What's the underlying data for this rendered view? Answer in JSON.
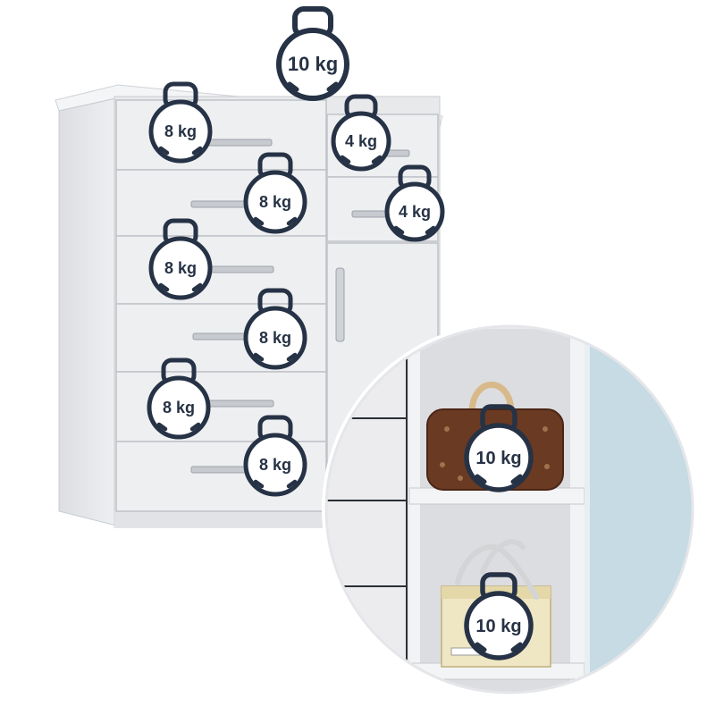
{
  "colors": {
    "cabinet_white": "#e9eaec",
    "cabinet_shadow": "#c9ccd1",
    "badge_outline": "#263245",
    "zoom_wall_blue": "#c6dbe4",
    "bag_brown": "#6b3a22"
  },
  "weights": {
    "top_cabinet": "10 kg",
    "drawer_left_1": "8 kg",
    "drawer_right_small_1": "4 kg",
    "drawer_left_2": "8 kg",
    "drawer_right_small_2": "4 kg",
    "drawer_left_3": "8 kg",
    "drawer_left_4": "8 kg",
    "drawer_left_5": "8 kg",
    "drawer_left_6": "8 kg",
    "shelf_upper": "10 kg",
    "shelf_lower": "10 kg"
  }
}
